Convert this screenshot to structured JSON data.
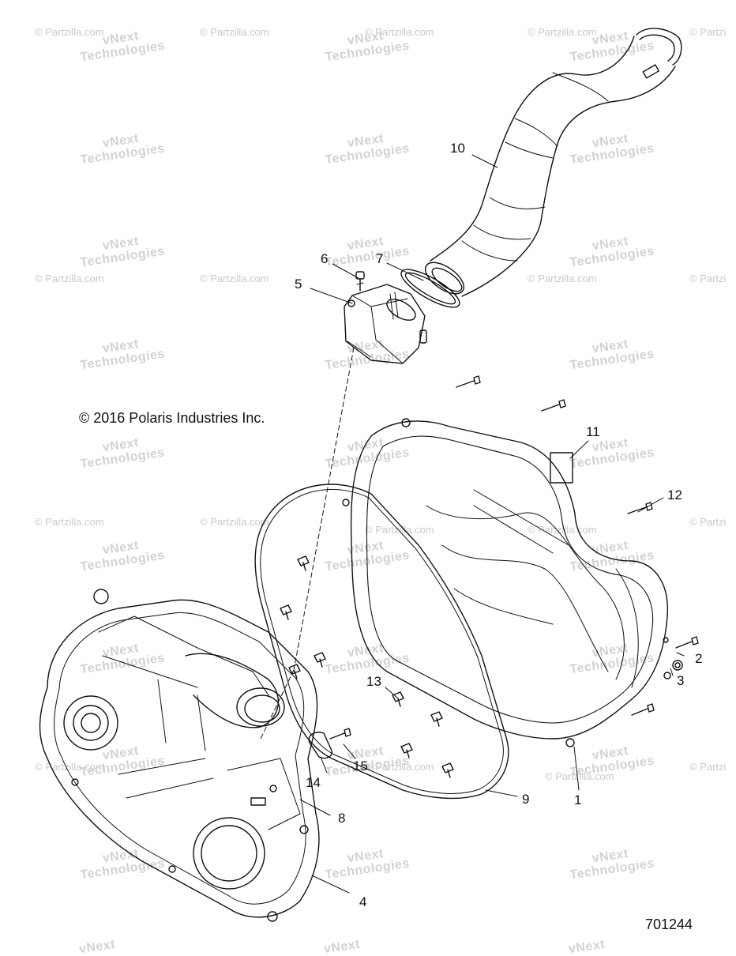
{
  "copyright": "© 2016 Polaris Industries Inc.",
  "diagram_number": "701244",
  "watermark_partzilla": "© Partzilla.com",
  "watermark_partzilla_cut": "© Partzi",
  "watermark_vnext_line1": "vNext",
  "watermark_vnext_line2": "Technologies",
  "callouts": [
    {
      "id": "c1",
      "label": "1"
    },
    {
      "id": "c2",
      "label": "2"
    },
    {
      "id": "c3",
      "label": "3"
    },
    {
      "id": "c4",
      "label": "4"
    },
    {
      "id": "c5",
      "label": "5"
    },
    {
      "id": "c6",
      "label": "6"
    },
    {
      "id": "c7",
      "label": "7"
    },
    {
      "id": "c8",
      "label": "8"
    },
    {
      "id": "c9",
      "label": "9"
    },
    {
      "id": "c10",
      "label": "10"
    },
    {
      "id": "c11",
      "label": "11"
    },
    {
      "id": "c12",
      "label": "12"
    },
    {
      "id": "c13",
      "label": "13"
    },
    {
      "id": "c14",
      "label": "14"
    },
    {
      "id": "c15",
      "label": "15"
    }
  ],
  "colors": {
    "line": "#111111",
    "watermark": "#c9c9c9"
  }
}
